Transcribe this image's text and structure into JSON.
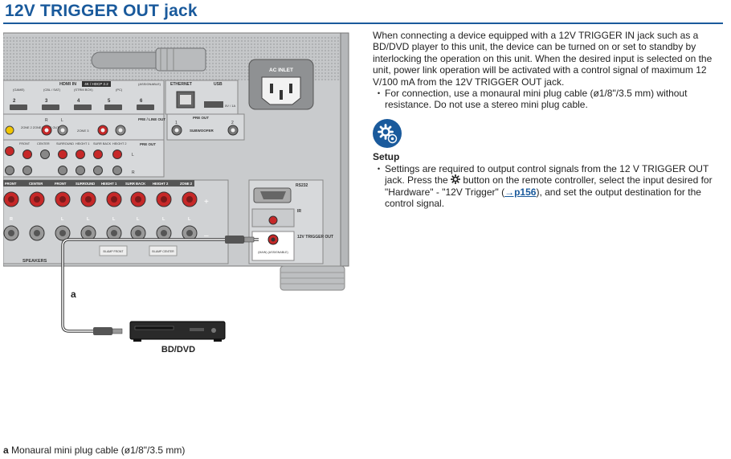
{
  "page": {
    "title": "12V TRIGGER OUT jack"
  },
  "body_text": {
    "intro": "When connecting a device equipped with a 12V TRIGGER IN jack such as a BD/DVD player to this unit, the device can be turned on or set to standby by interlocking the operation on this unit. When the desired input is selected on the unit, power link operation will be activated with a control signal of maximum 12 V/100 mA from the 12V TRIGGER OUT jack.",
    "bullet_marker": "・",
    "bullet": "For connection, use a monaural mini plug cable (ø1/8\"/3.5 mm) without resistance. Do not use a stereo mini plug cable."
  },
  "setup": {
    "heading": "Setup",
    "text_1": "Settings are required to output control signals from the 12 V TRIGGER OUT jack. Press the",
    "text_2": "button on the remote controller, select the input desired for \"Hardware\" - \"12V Trigger\" (",
    "link_text": "→p156",
    "text_3": "), and set the output destination for the control signal.",
    "icon": "gear-icon",
    "accent": "#1a5a9c"
  },
  "diagram": {
    "labels": {
      "hdmi_in": "HDMI IN",
      "hdmi_badge": "4K / HDCP 2.2",
      "hdmi_game": "(GAME)",
      "hdmi_cbl": "(CBL / SAT)",
      "hdmi_strm": "(STRM BOX)",
      "hdmi_pc": "(PC)",
      "assignable": "(ASSIGNABLE)",
      "ethernet": "ETHERNET",
      "usb": "USB",
      "usb_rating": "5V / 1A",
      "ac_inlet": "AC INLET",
      "h2": "2",
      "h3": "3",
      "h4": "4",
      "h5": "5",
      "h6": "6",
      "zone2_lineout": "ZONE 2 ZONE B LINE OUT",
      "zone3": "ZONE 3",
      "pre_line_out": "PRE / LINE OUT",
      "pre_out": "PRE OUT",
      "subwoofer": "SUBWOOFER",
      "sub1": "1",
      "sub2": "2",
      "r": "R",
      "l": "L",
      "front": "FRONT",
      "center": "CENTER",
      "surround": "SURROUND",
      "height1": "HEIGHT 1",
      "surr_back": "SURR BACK",
      "height2": "HEIGHT 2",
      "zone2": "ZONE 2",
      "speakers": "SPEAKERS",
      "bi_amp_front": "BI-AMP FRONT",
      "bi_amp_center": "BI-AMP CENTER",
      "rs232": "RS232",
      "ir": "IR",
      "trigger": "12V TRIGGER OUT",
      "main_assignable": "(MAIN) (ASSIGNABLE)",
      "plus": "+",
      "minus": "–",
      "cable_label": "a",
      "device": "BD/DVD"
    }
  },
  "footnote": {
    "marker": "a",
    "text": "Monaural mini plug cable (ø1/8\"/3.5 mm)"
  }
}
